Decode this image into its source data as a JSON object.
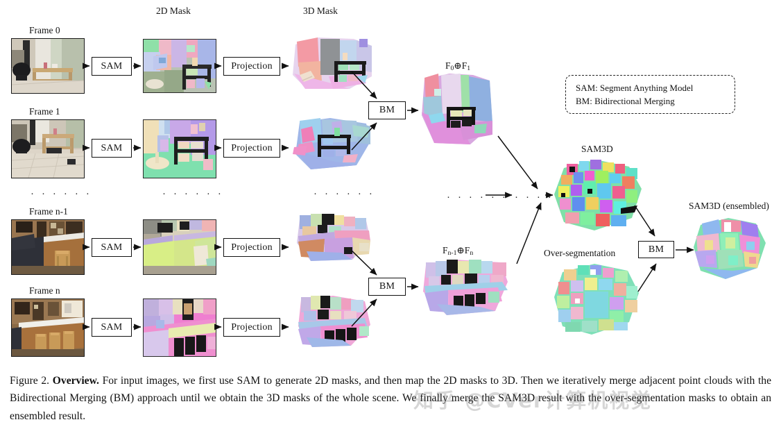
{
  "figure": {
    "number": "Figure 2.",
    "bold_title": "Overview.",
    "caption_rest": " For input images, we first use SAM to generate 2D masks, and then map the 2D masks to 3D. Then we iteratively merge adjacent point clouds with the Bidirectional Merging (BM) approach until we obtain the 3D masks of the whole scene. We finally merge the SAM3D result with the over-segmentation masks to obtain an ensembled result.",
    "watermark": "知乎 @CVer计算机视觉"
  },
  "column_headers": {
    "two_d_mask": "2D Mask",
    "three_d_mask": "3D Mask"
  },
  "rows": [
    {
      "frame_label": "Frame 0",
      "sam_label": "SAM",
      "projection_label": "Projection"
    },
    {
      "frame_label": "Frame 1",
      "sam_label": "SAM",
      "projection_label": "Projection"
    },
    {
      "frame_label": "Frame n-1",
      "sam_label": "SAM",
      "projection_label": "Projection"
    },
    {
      "frame_label": "Frame n",
      "sam_label": "SAM",
      "projection_label": "Projection"
    }
  ],
  "ellipsis": {
    "frames": "· · · · · ·",
    "masks2d": "· · · · · ·",
    "masks3d": "· · · · · ·",
    "middle_left": "· · · · · ·",
    "middle_right": "· · · · · ·"
  },
  "merge": {
    "bm_top": "BM",
    "bm_bottom": "BM",
    "bm_final": "BM",
    "merged_top_label_a": "F",
    "merged_top_sub_a": "0",
    "merged_top_op": "⊕",
    "merged_top_label_b": "F",
    "merged_top_sub_b": "1",
    "merged_bottom_label_a": "F",
    "merged_bottom_sub_a": "n-1",
    "merged_bottom_op": "⊕",
    "merged_bottom_label_b": "F",
    "merged_bottom_sub_b": "n"
  },
  "results": {
    "sam3d": "SAM3D",
    "over_segmentation": "Over-segmentation",
    "sam3d_ensembled": "SAM3D (ensembled)"
  },
  "legend": {
    "line1": "SAM: Segment Anything Model",
    "line2": "BM: Bidirectional Merging"
  },
  "colors": {
    "stroke": "#111111",
    "text": "#141414",
    "watermark": "rgba(120,120,120,0.30)"
  }
}
